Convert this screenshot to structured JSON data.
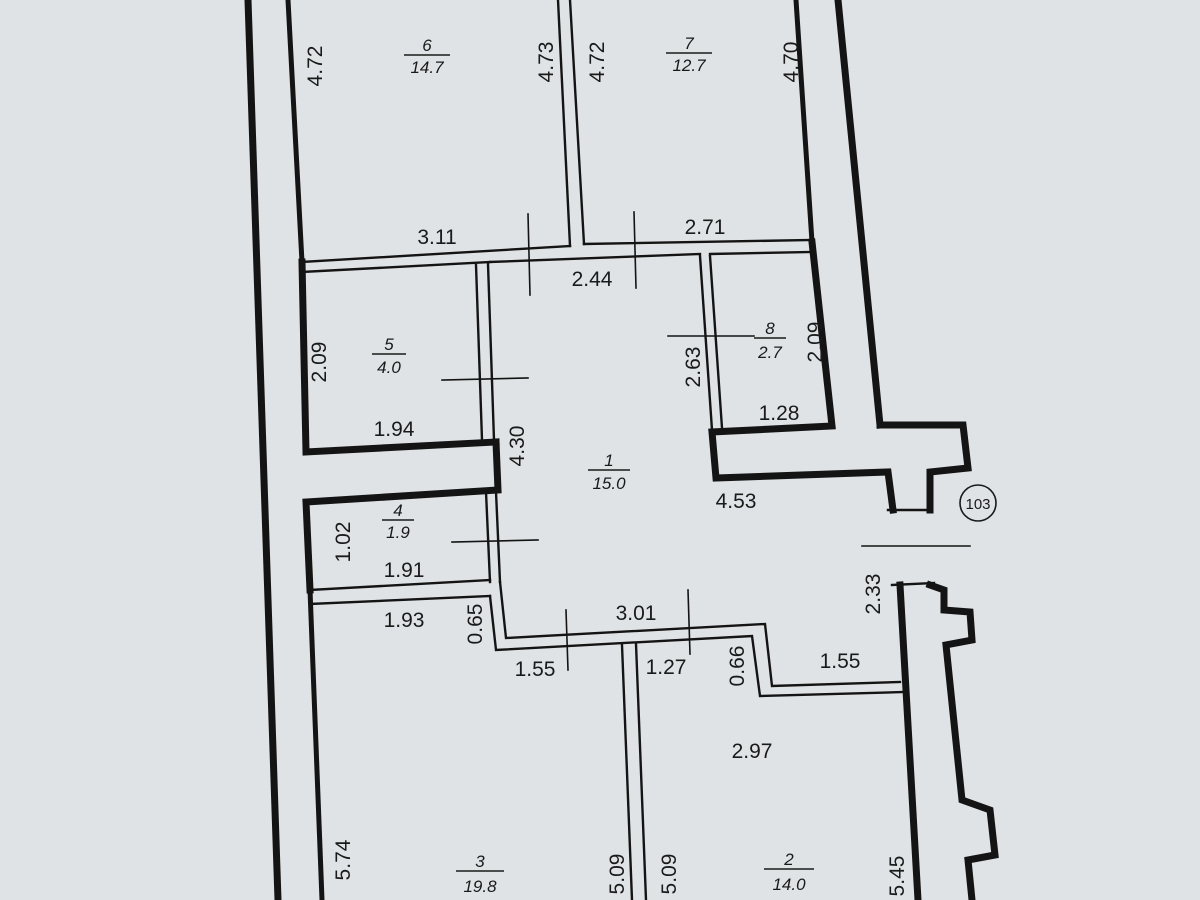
{
  "rooms": [
    {
      "id": "room-6",
      "number": "6",
      "area": "14.7"
    },
    {
      "id": "room-7",
      "number": "7",
      "area": "12.7"
    },
    {
      "id": "room-5",
      "number": "5",
      "area": "4.0"
    },
    {
      "id": "room-8",
      "number": "8",
      "area": "2.7"
    },
    {
      "id": "room-1",
      "number": "1",
      "area": "15.0"
    },
    {
      "id": "room-4",
      "number": "4",
      "area": "1.9"
    },
    {
      "id": "room-3",
      "number": "3",
      "area": "19.8"
    },
    {
      "id": "room-2",
      "number": "2",
      "area": "14.0"
    }
  ],
  "dimensions": {
    "r6_left": "4.72",
    "r6_right": "4.73",
    "r7_left": "4.72",
    "r7_right": "4.70",
    "r6_bottom": "3.11",
    "r7_bottom": "2.71",
    "hall_top": "2.44",
    "r5_left": "2.09",
    "r5_bottom": "1.94",
    "r8_left": "2.63",
    "r8_right": "2.09",
    "r8_bottom": "1.28",
    "hall_left": "4.30",
    "hall_right": "4.53",
    "r4_left": "1.02",
    "r4_bottom": "1.91",
    "r3_top": "1.93",
    "r3_notch": "0.65",
    "r3_step": "1.55",
    "hall_bottom": "3.01",
    "r2_top": "1.27",
    "r2_notch": "0.66",
    "r2_step": "1.55",
    "entry": "2.33",
    "r2_width": "2.97",
    "r3_left": "5.74",
    "r3_right": "5.09",
    "r2_left": "5.09",
    "r2_right": "5.45"
  },
  "marker": {
    "label": "103"
  }
}
